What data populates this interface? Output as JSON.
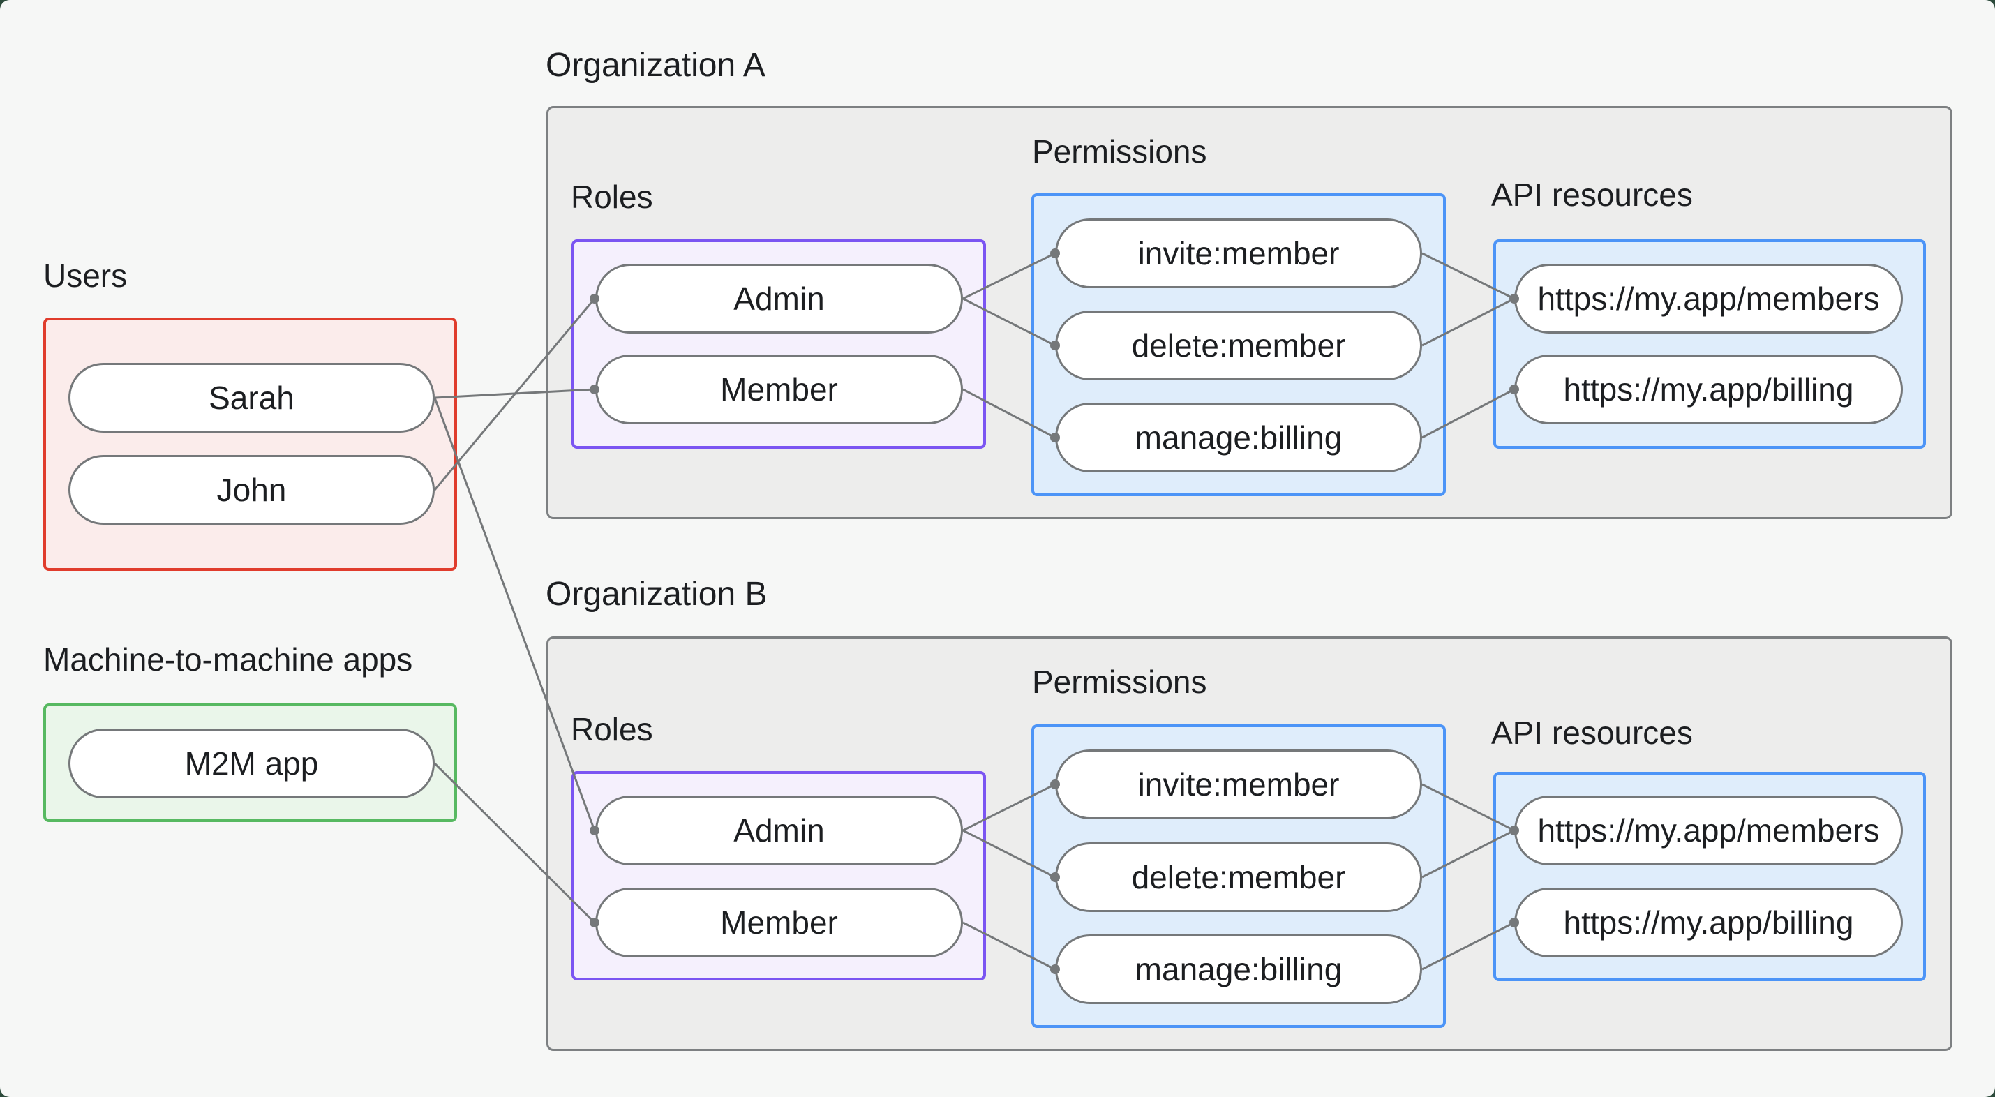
{
  "users_group": {
    "label": "Users",
    "items": [
      {
        "label": "Sarah"
      },
      {
        "label": "John"
      }
    ]
  },
  "m2m_group": {
    "label": "Machine-to-machine apps",
    "items": [
      {
        "label": "M2M app"
      }
    ]
  },
  "org_a": {
    "title": "Organization A",
    "roles_label": "Roles",
    "roles": [
      {
        "label": "Admin"
      },
      {
        "label": "Member"
      }
    ],
    "permissions_label": "Permissions",
    "permissions": [
      {
        "label": "invite:member"
      },
      {
        "label": "delete:member"
      },
      {
        "label": "manage:billing"
      }
    ],
    "api_label": "API resources",
    "api_resources": [
      {
        "label": "https://my.app/members"
      },
      {
        "label": "https://my.app/billing"
      }
    ]
  },
  "org_b": {
    "title": "Organization B",
    "roles_label": "Roles",
    "roles": [
      {
        "label": "Admin"
      },
      {
        "label": "Member"
      }
    ],
    "permissions_label": "Permissions",
    "permissions": [
      {
        "label": "invite:member"
      },
      {
        "label": "delete:member"
      },
      {
        "label": "manage:billing"
      }
    ],
    "api_label": "API resources",
    "api_resources": [
      {
        "label": "https://my.app/members"
      },
      {
        "label": "https://my.app/billing"
      }
    ]
  },
  "edges": [
    {
      "from": "Sarah",
      "to": "Organization A / Member"
    },
    {
      "from": "John",
      "to": "Organization A / Admin"
    },
    {
      "from": "Sarah",
      "to": "Organization B / Admin"
    },
    {
      "from": "M2M app",
      "to": "Organization B / Member"
    },
    {
      "from": "Organization A / Admin",
      "to": "Organization A / invite:member"
    },
    {
      "from": "Organization A / Admin",
      "to": "Organization A / delete:member"
    },
    {
      "from": "Organization A / Member",
      "to": "Organization A / manage:billing"
    },
    {
      "from": "Organization A / invite:member",
      "to": "Organization A / https://my.app/members"
    },
    {
      "from": "Organization A / delete:member",
      "to": "Organization A / https://my.app/members"
    },
    {
      "from": "Organization A / manage:billing",
      "to": "Organization A / https://my.app/billing"
    },
    {
      "from": "Organization B / Admin",
      "to": "Organization B / invite:member"
    },
    {
      "from": "Organization B / Admin",
      "to": "Organization B / delete:member"
    },
    {
      "from": "Organization B / Member",
      "to": "Organization B / manage:billing"
    },
    {
      "from": "Organization B / invite:member",
      "to": "Organization B / https://my.app/members"
    },
    {
      "from": "Organization B / delete:member",
      "to": "Organization B / https://my.app/members"
    },
    {
      "from": "Organization B / manage:billing",
      "to": "Organization B / https://my.app/billing"
    }
  ],
  "colors": {
    "background": "#f6f7f6",
    "frame": "#2c4a3b",
    "users_border": "#e03c2c",
    "users_fill": "#fbeceb",
    "m2m_border": "#57b961",
    "m2m_fill": "#eaf6ea",
    "roles_border": "#7b55f2",
    "roles_fill": "#f5f0fd",
    "permissions_border": "#4c94f7",
    "permissions_fill": "#dfedfb",
    "org_border": "#7d8082",
    "org_fill": "#ededec",
    "node_border": "#75787a",
    "node_fill": "#ffffff",
    "connector": "#75787a",
    "text": "#1c1e21"
  }
}
